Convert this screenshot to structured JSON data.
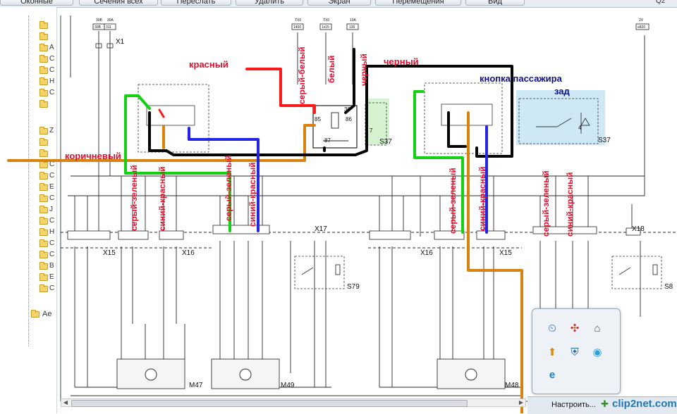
{
  "toolbar": {
    "items": [
      {
        "label": "Оконные"
      },
      {
        "label": "Сечения всех"
      },
      {
        "label": "Переслать"
      },
      {
        "label": "Удалить"
      },
      {
        "label": "Экран"
      },
      {
        "label": "Перемещения"
      },
      {
        "label": "Вид"
      }
    ],
    "corner": "Q2"
  },
  "tree": {
    "folders": [
      "",
      "",
      "А",
      "С",
      "С",
      "Н",
      "С",
      "",
      "Z",
      "",
      "",
      "С",
      "С",
      "Е",
      "С",
      "J",
      "С",
      "Н",
      "С",
      "С",
      "В",
      "Е",
      "С"
    ],
    "last": "Ае"
  },
  "diagram": {
    "connectors": {
      "top_left_a": "30B",
      "top_left_b": "30A",
      "top_left_a_box": "30B",
      "top_left_b_box": "311",
      "tx0": "TX0",
      "tx0_box": "1400",
      "tx0_b": "TX0",
      "tx0_b_box": "1x15",
      "r10a": "10A",
      "r10a_box": "135",
      "v2": "2V",
      "v2_box": "e820",
      "x1": "X1",
      "x15a": "X15",
      "x16a": "X16",
      "x17": "X17",
      "x16b": "X16",
      "x15b": "X15",
      "x18": "X18",
      "s37a": "S37",
      "s37b": "S37",
      "s79": "S79",
      "s8": "S8",
      "m47": "M47",
      "m49": "M49",
      "m48": "M48",
      "pin_85": "85",
      "pin_86": "86",
      "pin_87": "87",
      "pin_30": "30",
      "pin_7": "7",
      "pin_4": "4"
    },
    "annotations": {
      "krasny": "красный",
      "sery_bely": "серый-белый",
      "bely": "белый",
      "cherny_v": "черный",
      "cherny_h": "черный",
      "knopka": "кнопка пассажира",
      "zad": "зад",
      "korichnevy": "коричневый",
      "sery_zeleny_1": "серый-зеленый",
      "siny_krasny_1": "синий-красный",
      "sery_zeleny_2": "серый-зеленый",
      "siny_krasny_2": "синий-красный",
      "sery_zeleny_3": "серый-зеленый",
      "siny_krasny_3": "синий-красный",
      "sery_zeleny_4": "серый-зеленый",
      "siny_krasny_4": "синий-красный"
    },
    "wire_colors": {
      "red": "#ff1a1a",
      "black": "#050505",
      "green": "#14d114",
      "blue": "#2424e6",
      "orange": "#d9820f",
      "label_red": "#e0102e",
      "label_navy": "#0f0f8c"
    }
  },
  "tray": {
    "icons": [
      "clock-icon",
      "network-icon",
      "home-icon",
      "update-icon",
      "shield-icon",
      "play-icon",
      "ie-icon"
    ],
    "customize": "Настроить...",
    "clip_logo": "clip2net.com"
  }
}
